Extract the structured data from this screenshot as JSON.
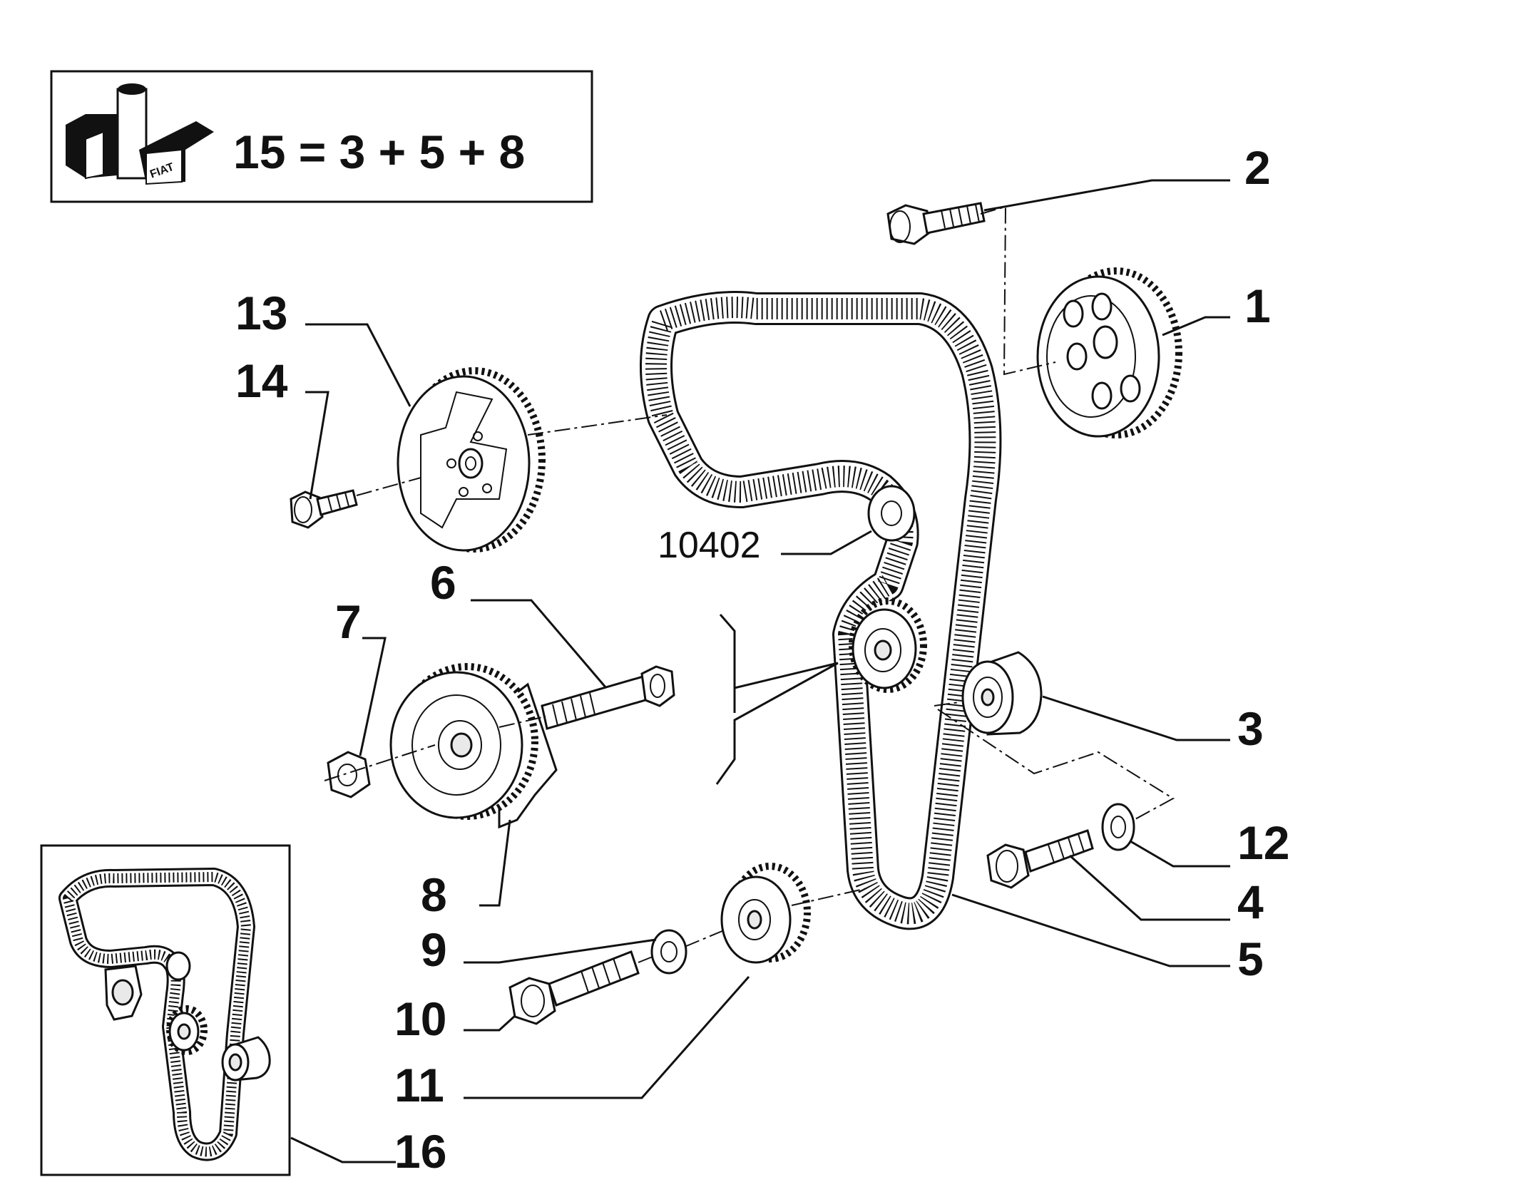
{
  "kit_box": {
    "formula": "15 = 3 + 5 + 8",
    "logo_text": "FIAT"
  },
  "reference_code": "10402",
  "callouts": {
    "c1": "1",
    "c2": "2",
    "c3": "3",
    "c4": "4",
    "c5": "5",
    "c6": "6",
    "c7": "7",
    "c8": "8",
    "c9": "9",
    "c10": "10",
    "c11": "11",
    "c12": "12",
    "c13": "13",
    "c14": "14",
    "c16": "16"
  }
}
